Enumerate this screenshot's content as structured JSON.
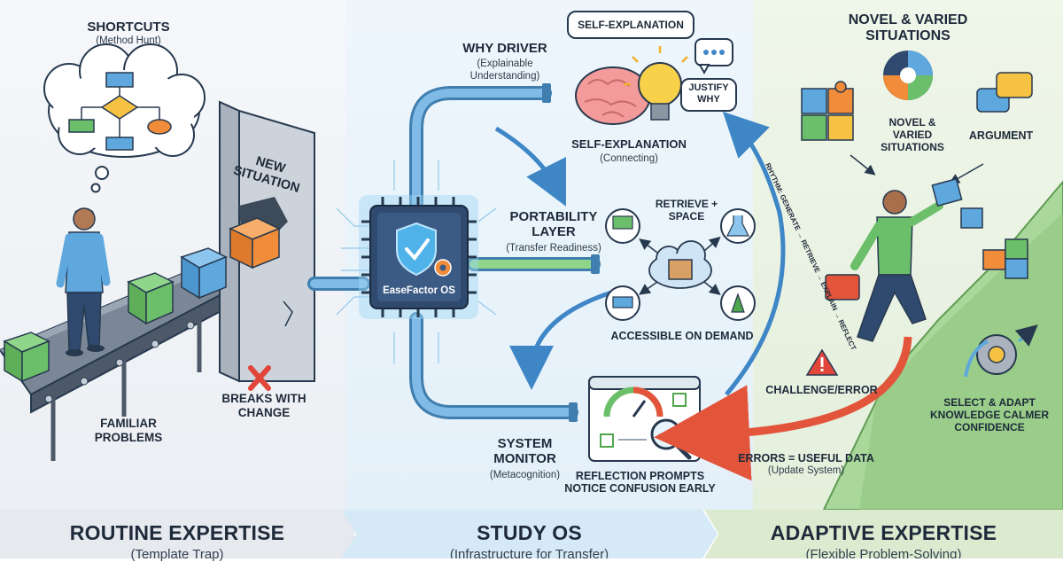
{
  "left": {
    "shortcuts_title": "SHORTCUTS",
    "shortcuts_sub": "(Method Hunt)",
    "wall_label": "NEW SITUATION",
    "breaks_label": "BREAKS WITH CHANGE",
    "familiar_label": "FAMILIAR PROBLEMS"
  },
  "middle": {
    "why_title": "WHY DRIVER",
    "why_sub": "(Explainable Understanding)",
    "self_bubble": "SELF-EXPLANATION",
    "justify_bubble": "JUSTIFY WHY",
    "self_title": "SELF-EXPLANATION",
    "self_sub": "(Connecting)",
    "chip_label": "EaseFactor OS",
    "portability_title": "PORTABILITY LAYER",
    "portability_sub": "(Transfer Readiness)",
    "retrieve_label": "RETRIEVE + SPACE",
    "accessible_label": "ACCESSIBLE ON DEMAND",
    "monitor_title": "SYSTEM MONITOR",
    "monitor_sub": "(Metacognition)",
    "reflection_label": "REFLECTION PROMPTS NOTICE CONFUSION EARLY",
    "cycle_label": "RHYTHM: GENERATE → RETRIEVE → EXPLAIN → REFLECT"
  },
  "right": {
    "novel_title": "NOVEL & VARIED SITUATIONS",
    "novel_small": "NOVEL & VARIED SITUATIONS",
    "argument_label": "ARGUMENT",
    "challenge_label": "CHALLENGE/ERROR",
    "errors_label": "ERRORS = USEFUL DATA",
    "errors_sub": "(Update System)",
    "select_label": "SELECT & ADAPT KNOWLEDGE CALMER CONFIDENCE"
  },
  "footer": {
    "left_title": "ROUTINE EXPERTISE",
    "left_sub": "(Template Trap)",
    "mid_title": "STUDY OS",
    "mid_sub": "(Infrastructure for Transfer)",
    "right_title": "ADAPTIVE EXPERTISE",
    "right_sub": "(Flexible Problem-Solving)"
  },
  "colors": {
    "pipe": "#5b9fd3",
    "chip": "#2f4a6e",
    "arrow_blue": "#3f86c6",
    "arrow_red": "#e2553a",
    "box_green": "#6cbf6a",
    "box_blue": "#5fa8de",
    "box_orange": "#f08c3a"
  }
}
